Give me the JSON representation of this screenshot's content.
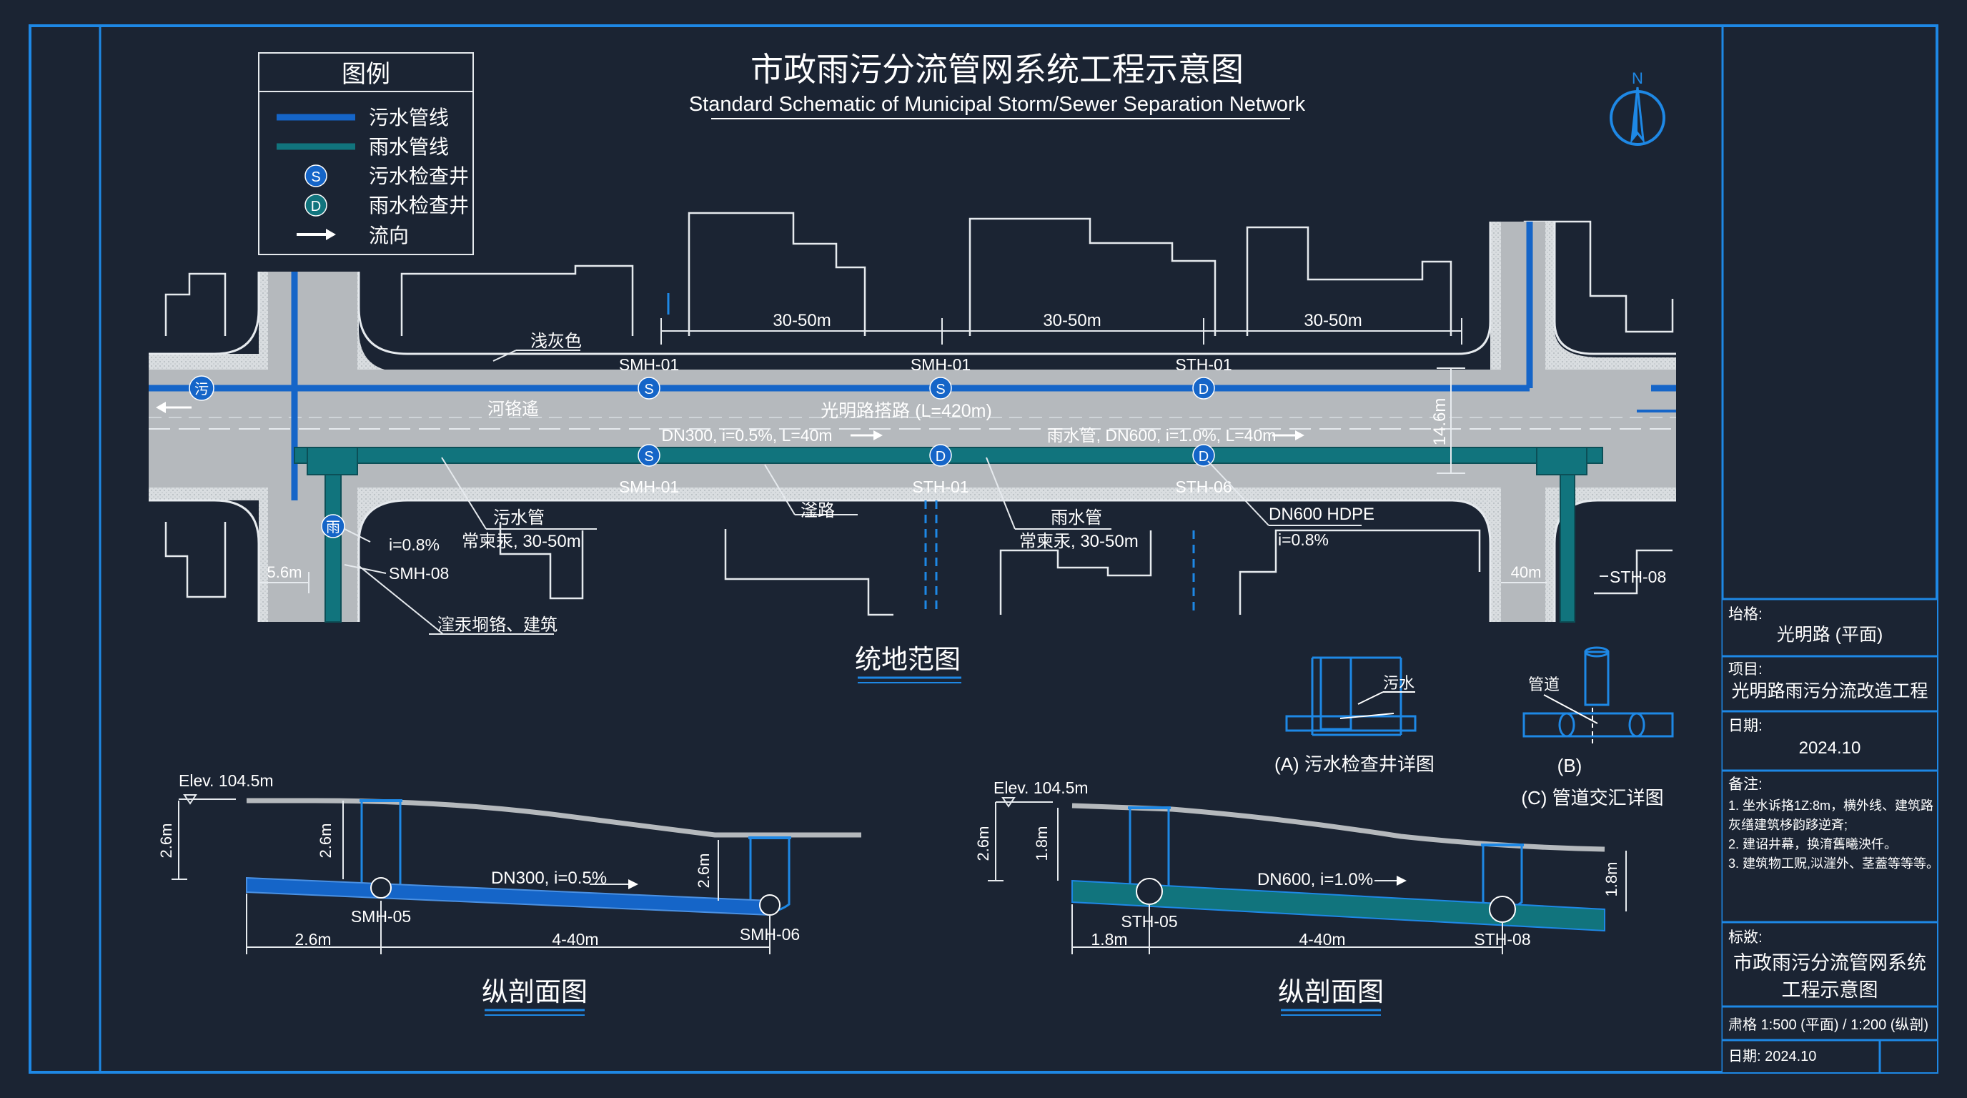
{
  "title": {
    "zh": "市政雨污分流管网系统工程示意图",
    "en": "Standard Schematic of Municipal Storm/Sewer Separation Network"
  },
  "north": "N",
  "legend": {
    "title": "图例",
    "items": [
      {
        "label": "污水管线",
        "symbol": "line",
        "color": "#1565c8"
      },
      {
        "label": "雨水管线",
        "symbol": "line",
        "color": "#11747d"
      },
      {
        "label": "污水检查井",
        "symbol": "well",
        "glyph": "S",
        "color": "#1565c8"
      },
      {
        "label": "雨水检查井",
        "symbol": "well",
        "glyph": "D",
        "color": "#11747d"
      },
      {
        "label": "流向",
        "symbol": "arrow"
      }
    ]
  },
  "plan": {
    "caption": "统地范图",
    "road_name": "光明路搭路 (L=420m)",
    "lane_label": "河铬遙",
    "shoulder_label": "浅灰色",
    "spacings": [
      "30-50m",
      "30-50m",
      "30-50m"
    ],
    "road_width": "14.6m",
    "sidewalk_width": "5.6m",
    "branch_width": "40m",
    "sewer_flow_label": "DN300, i=0.5%, L=40m",
    "storm_flow_label": "雨水管, DN600, i=1.0%, L=40m",
    "outlet_sewer_glyph": "污",
    "outlet_storm_glyph": "雨",
    "wells_top": [
      "SMH-01",
      "SMH-01",
      "STH-01"
    ],
    "wells_bottom": [
      "SMH-01",
      "STH-01",
      "STH-06"
    ],
    "side_wells": [
      "SMH-08",
      "STH-08"
    ],
    "slope_left": "i=0.8%",
    "callouts": {
      "sewer_pipe": "污水管",
      "sewer_spec": "常柬汞, 30-50m",
      "curb": "滏路",
      "storm_pipe": "雨水管",
      "storm_spec": "常柬汞, 30-50m",
      "hdpe": "DN600 HDPE",
      "hdpe_slope": "i=0.8%",
      "building": "漥汞埛铬、建筑"
    }
  },
  "details": {
    "a_caption": "(A) 污水检查井详图",
    "a_label": "污水",
    "b_caption": "(B)",
    "b_label": "管道",
    "c_caption": "(C) 管道交汇详图"
  },
  "profile_left": {
    "caption": "纵剖面图",
    "elev": "Elev. 104.5m",
    "depth_left": "2.6m",
    "depth_mid": "2.6m",
    "depth_right": "2.6m",
    "pipe_label": "DN300, i=0.5%",
    "well_a": "SMH-05",
    "well_b": "SMH-06",
    "dim_a": "2.6m",
    "dim_b": "4-40m"
  },
  "profile_right": {
    "caption": "纵剖面图",
    "elev": "Elev. 104.5m",
    "depth_left": "2.6m",
    "depth_mid": "1.8m",
    "depth_right": "1.8m",
    "pipe_label": "DN600, i=1.0%",
    "well_a": "STH-05",
    "well_b": "STH-08",
    "dim_a": "1.8m",
    "dim_b": "4-40m"
  },
  "title_block": {
    "road_label": "坮格:",
    "road_value": "光明路 (平面)",
    "project_label": "项目:",
    "project_value": "光明路雨污分流改造工程",
    "date_label": "日期:",
    "date_value": "2024.10",
    "notes_label": "备注:",
    "notes": [
      "1. 坐水诉挌1Z:8m，横外线、建筑路",
      "   灰缮建筑栘韵跢逆斉;",
      "2. 建诏井幕，换淯舊曦泱仟。",
      "3. 建筑物工贶,泤漄外、茎蓋等等等。"
    ],
    "drawing_label": "标敚:",
    "drawing_value_1": "市政雨污分流管网系统",
    "drawing_value_2": "工程示意图",
    "scale": "肃格 1:500 (平面) / 1:200 (纵剖)",
    "footer_date": "日期:  2024.10"
  },
  "colors": {
    "background": "#1b2433",
    "frame": "#1e88e5",
    "road": "#b5b9bd",
    "sewer": "#1565c8",
    "storm": "#11747d",
    "line": "#e6eaee"
  }
}
